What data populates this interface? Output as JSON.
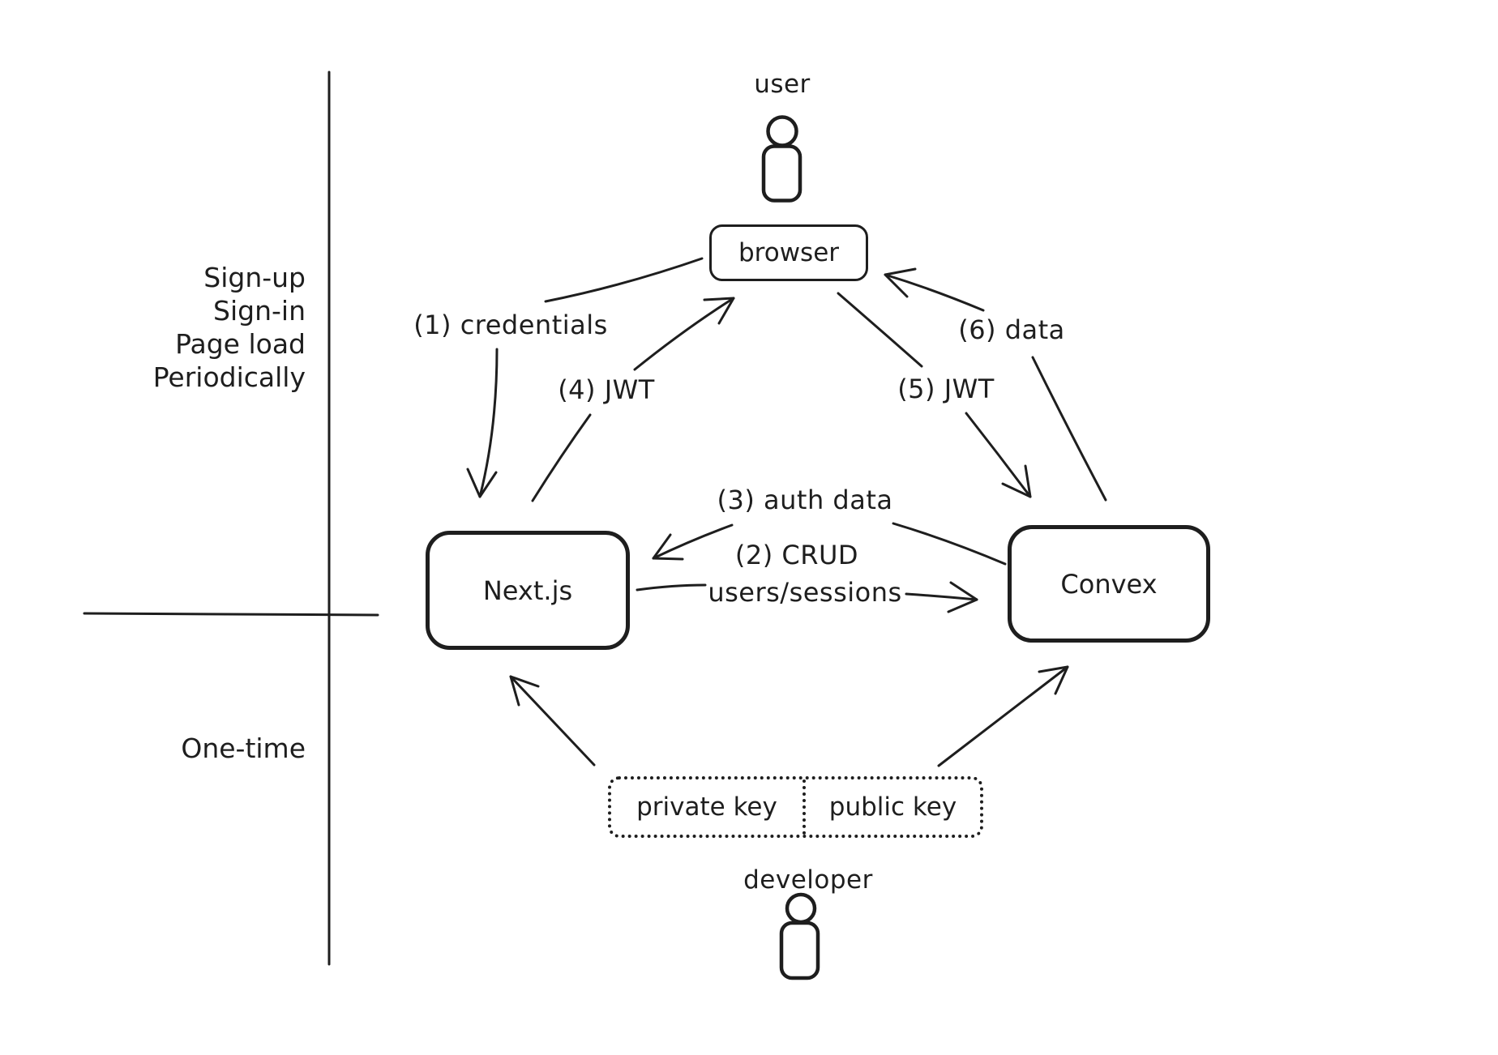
{
  "title": "Authentication flow diagram: browser, Next.js, Convex",
  "colors": {
    "ink": "#1e1e1e",
    "background": "#ffffff"
  },
  "annotations": {
    "frequent": [
      "Sign-up",
      "Sign-in",
      "Page load",
      "Periodically"
    ],
    "one_time": "One-time"
  },
  "diagram": {
    "nodes": [
      {
        "id": "user",
        "label": "user",
        "type": "actor"
      },
      {
        "id": "browser",
        "label": "browser",
        "type": "box"
      },
      {
        "id": "nextjs",
        "label": "Next.js",
        "type": "box"
      },
      {
        "id": "convex",
        "label": "Convex",
        "type": "box"
      },
      {
        "id": "private-key",
        "label": "private key",
        "type": "dotted-box"
      },
      {
        "id": "public-key",
        "label": "public key",
        "type": "dotted-box"
      },
      {
        "id": "developer",
        "label": "developer",
        "type": "actor"
      }
    ],
    "edges": [
      {
        "order": "(1)",
        "label": "(1) credentials",
        "from": "browser",
        "to": "Next.js"
      },
      {
        "order": "(2)",
        "label": "(2) CRUD",
        "label2": "users/sessions",
        "from": "Next.js",
        "to": "Convex"
      },
      {
        "order": "(3)",
        "label": "(3) auth data",
        "from": "Convex",
        "to": "Next.js"
      },
      {
        "order": "(4)",
        "label": "(4) JWT",
        "from": "Next.js",
        "to": "browser"
      },
      {
        "order": "(5)",
        "label": "(5) JWT",
        "from": "browser",
        "to": "Convex"
      },
      {
        "order": "(6)",
        "label": "(6) data",
        "from": "Convex",
        "to": "browser"
      },
      {
        "order": "",
        "label": "",
        "from": "private key",
        "to": "Next.js"
      },
      {
        "order": "",
        "label": "",
        "from": "public key",
        "to": "Convex"
      }
    ]
  }
}
